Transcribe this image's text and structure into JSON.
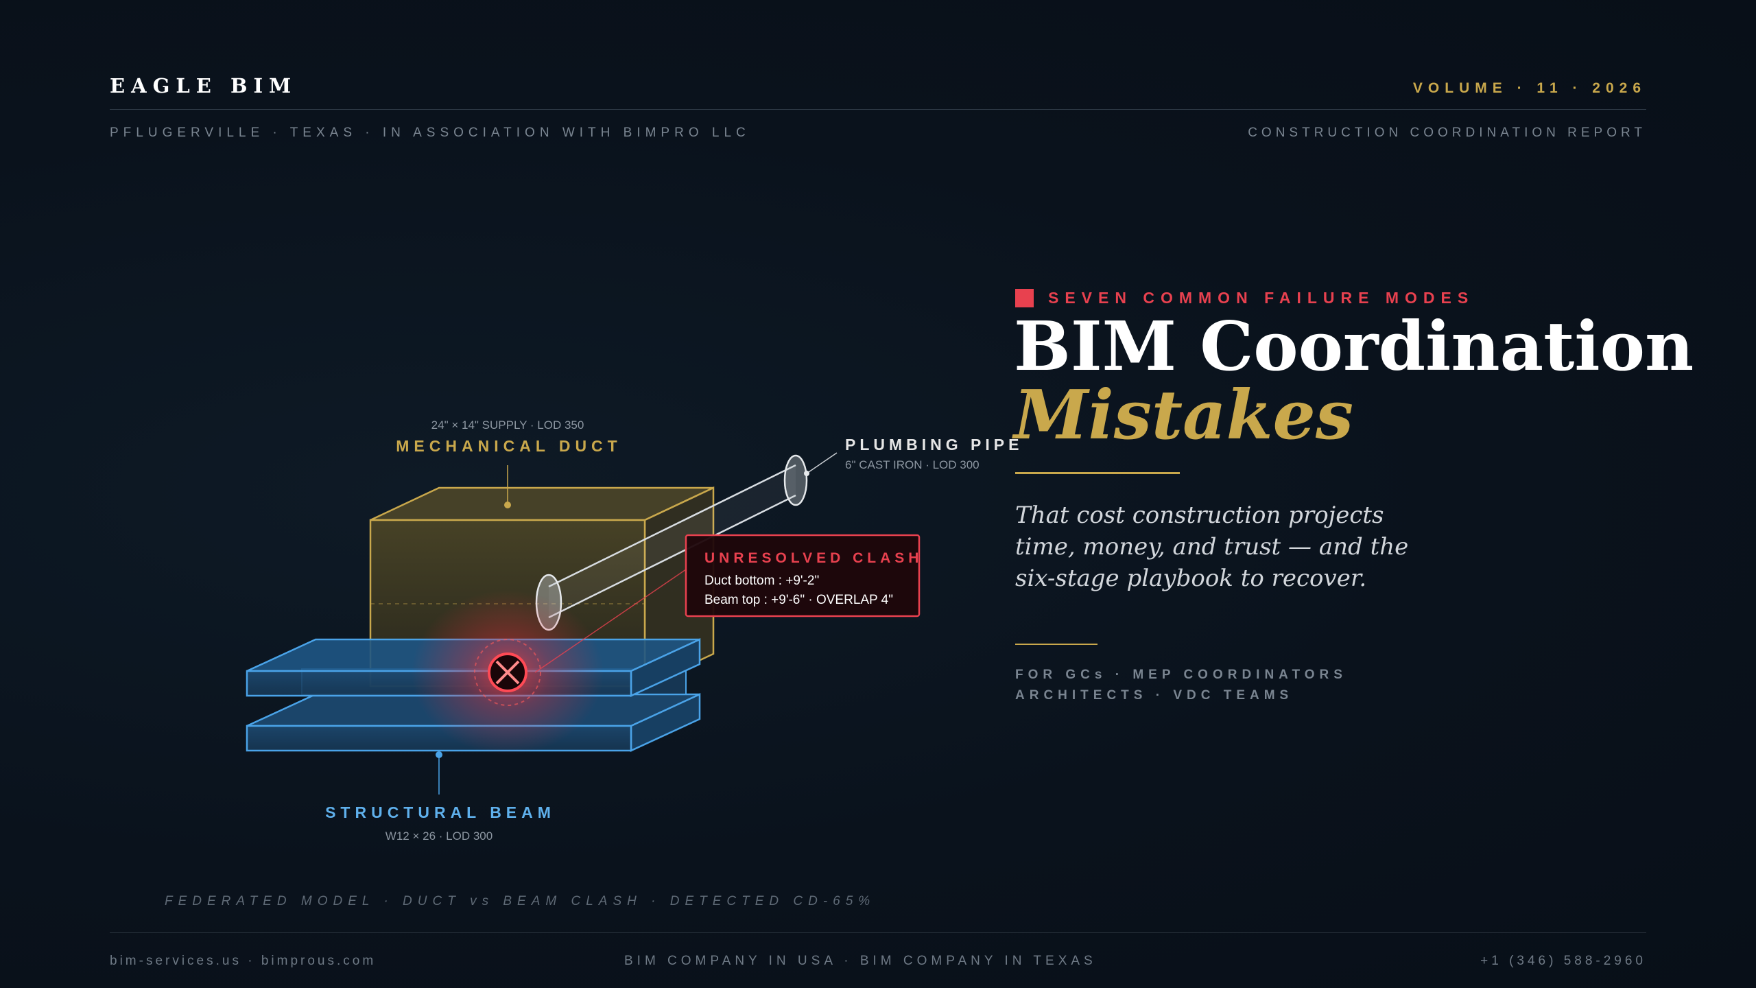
{
  "header": {
    "brand": "EAGLE BIM",
    "volume": "VOLUME · 11 · 2026",
    "location": "PFLUGERVILLE · TEXAS · IN ASSOCIATION WITH BIMPRO LLC",
    "report_type": "CONSTRUCTION COORDINATION REPORT"
  },
  "hero": {
    "eyebrow": "SEVEN COMMON FAILURE MODES",
    "title_line1": "BIM Coordination",
    "title_line2": "Mistakes",
    "lead_lines": [
      "That cost construction projects",
      "time, money, and trust — and the",
      "six-stage playbook to recover."
    ],
    "audience_line1": "FOR GCs · MEP COORDINATORS",
    "audience_line2": "ARCHITECTS · VDC TEAMS"
  },
  "diagram": {
    "duct_spec": "24\" × 14\" SUPPLY · LOD 350",
    "duct_label": "MECHANICAL DUCT",
    "pipe_label": "PLUMBING PIPE",
    "pipe_spec": "6\" CAST IRON · LOD 300",
    "clash_title": "UNRESOLVED CLASH",
    "clash_line1": "Duct bottom : +9'-2\"",
    "clash_line2": "Beam top : +9'-6\" · OVERLAP 4\"",
    "beam_label": "STRUCTURAL BEAM",
    "beam_spec": "W12 × 26 · LOD 300",
    "caption": "FEDERATED MODEL · DUCT vs BEAM CLASH · DETECTED CD-65%"
  },
  "footer": {
    "websites": "bim-services.us · bimprous.com",
    "tagline": "BIM COMPANY IN USA · BIM COMPANY IN TEXAS",
    "phone": "+1 (346) 588-2960"
  },
  "colors": {
    "background": "#0a121c",
    "gold": "#c9a84c",
    "red": "#e8414f",
    "blue": "#5fb0ec"
  }
}
